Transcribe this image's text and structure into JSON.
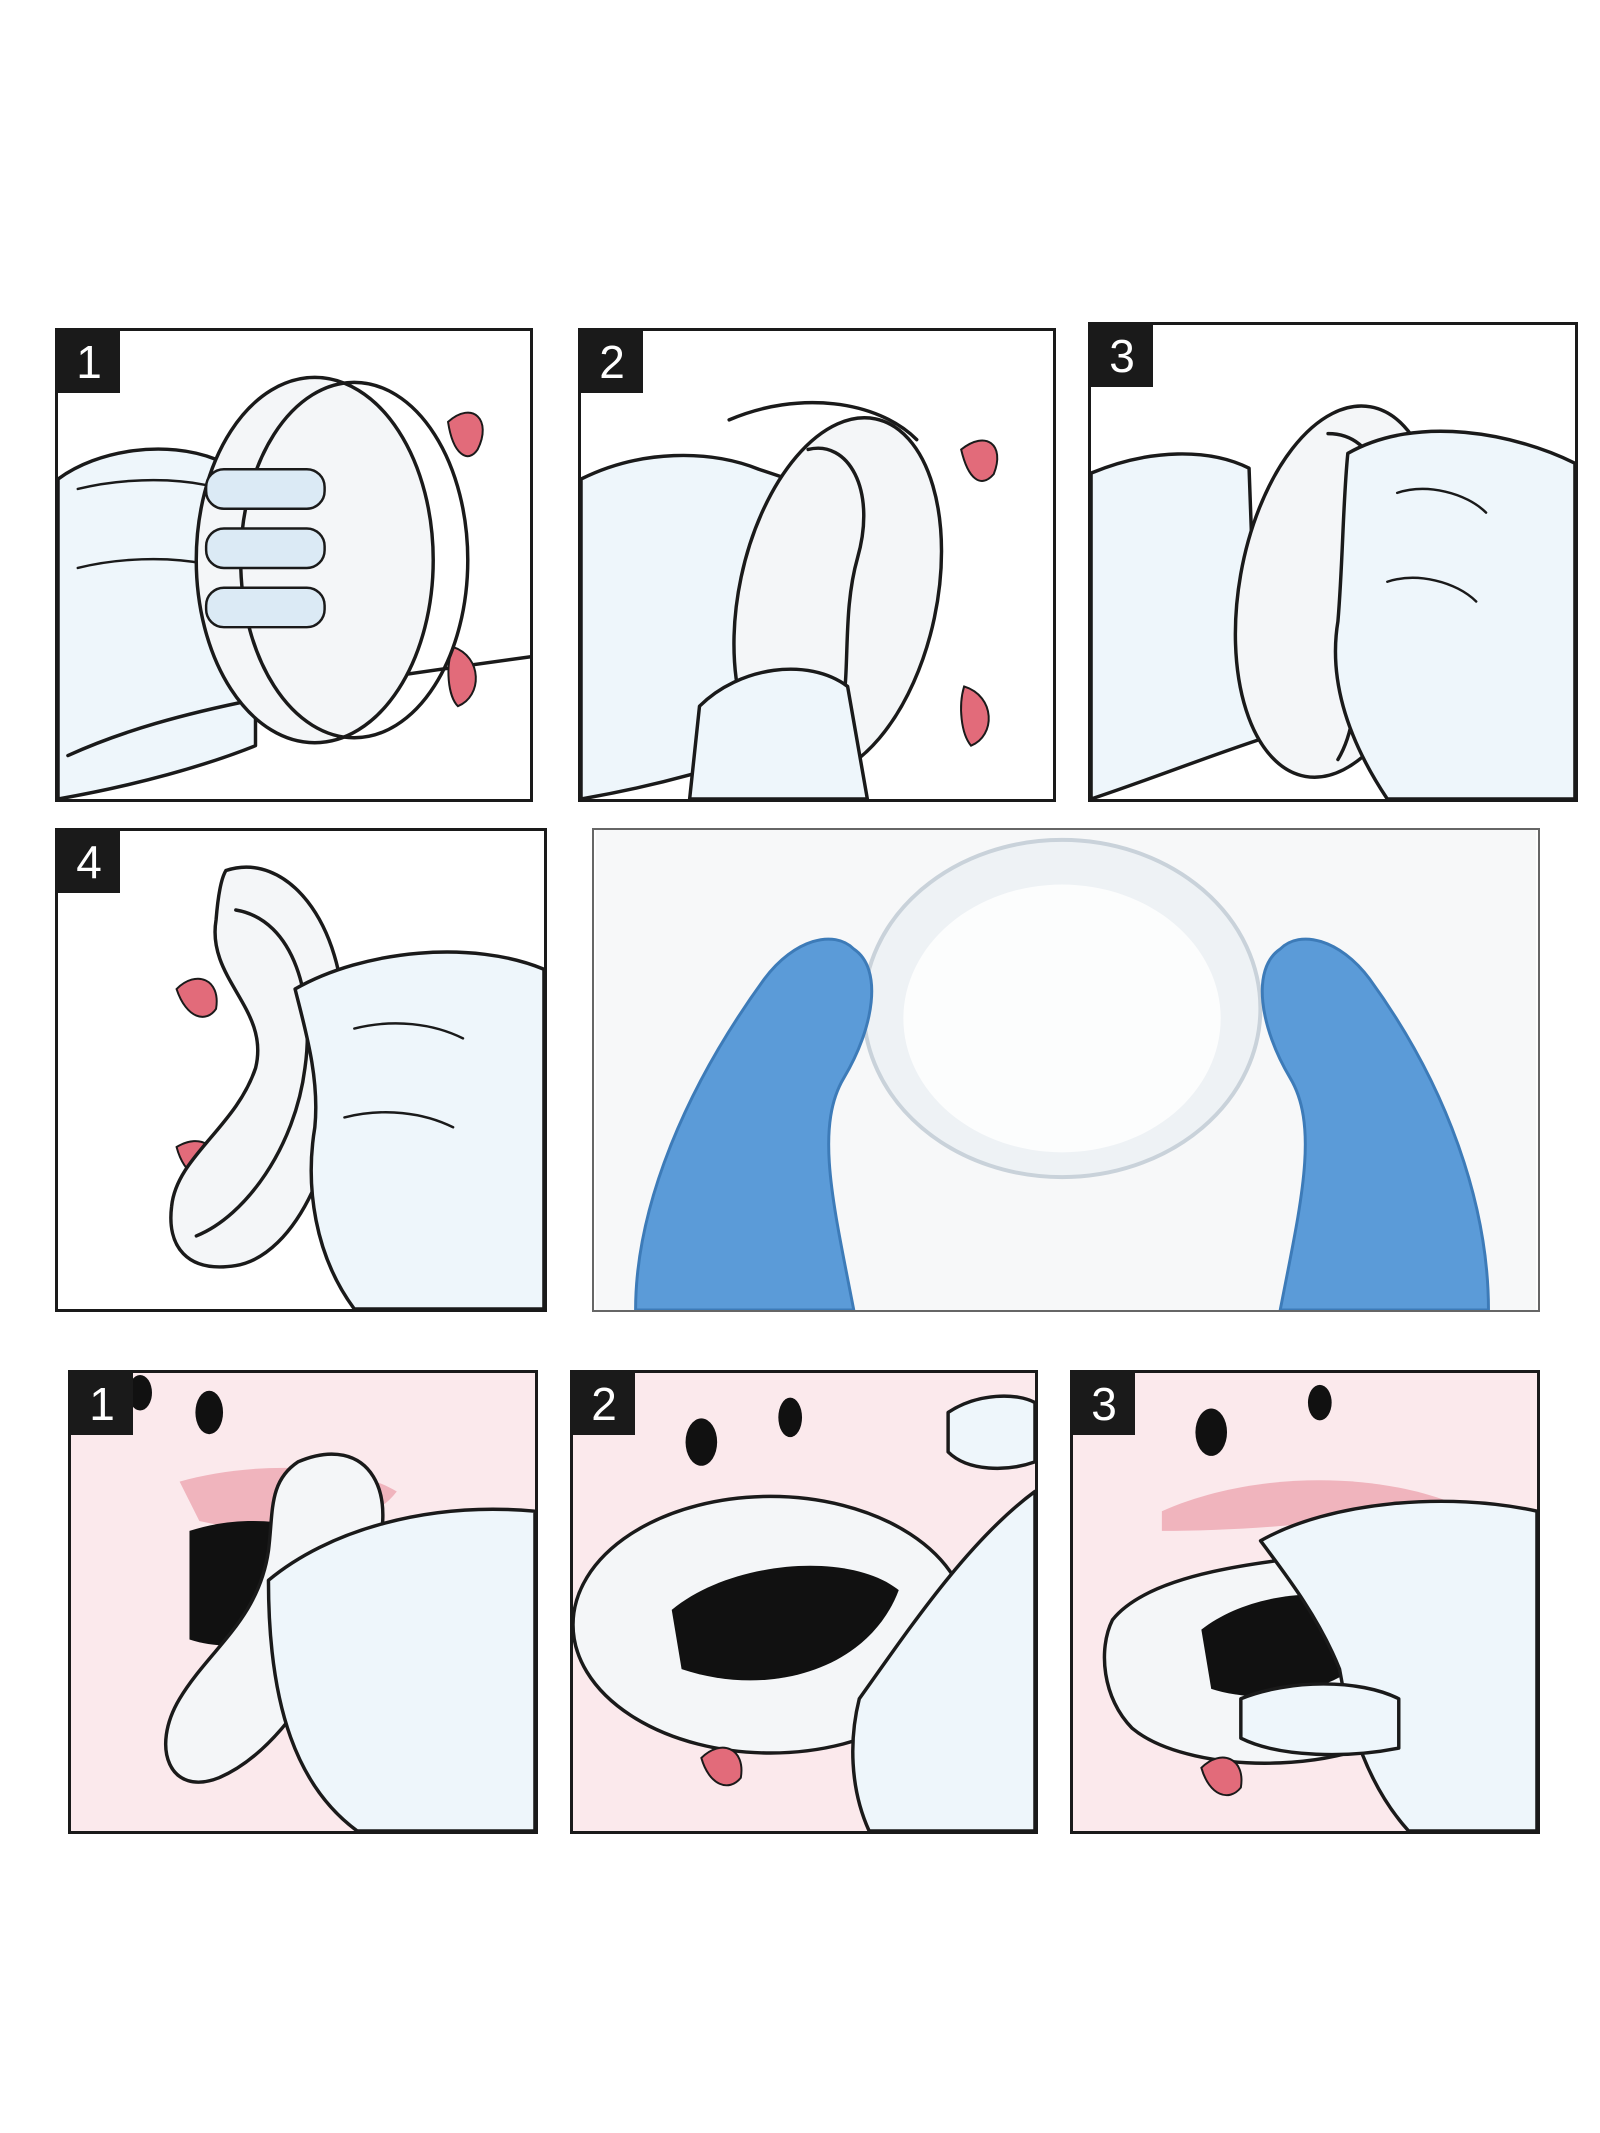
{
  "top_steps": [
    {
      "number": "1"
    },
    {
      "number": "2"
    },
    {
      "number": "3"
    },
    {
      "number": "4"
    }
  ],
  "bottom_steps": [
    {
      "number": "1"
    },
    {
      "number": "2"
    },
    {
      "number": "3"
    }
  ],
  "colors": {
    "tongue": "#e26b7a",
    "glove": "#5b9bd8",
    "skin": "#fbe9ec",
    "lip": "#f0b4bd",
    "retractor": "#f4f6f8"
  },
  "photo": {
    "subject": "gloved-hands-holding-retractor"
  }
}
